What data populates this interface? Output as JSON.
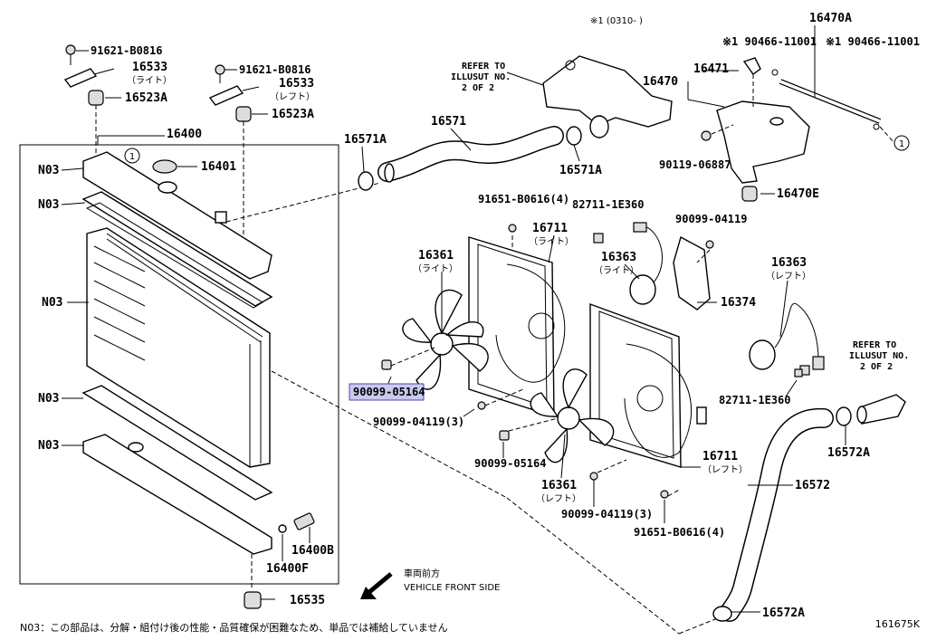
{
  "diagram": {
    "labels": {
      "p91621_l": "91621-B0816",
      "p16533_l": "16533",
      "p16533_l_sub": "（ライト）",
      "p16523a_l": "16523A",
      "p91621_r": "91621-B0816",
      "p16533_r": "16533",
      "p16533_r_sub": "（レフト）",
      "p16523a_r": "16523A",
      "p16400": "16400",
      "p16401": "16401",
      "n03_1": "N03",
      "n03_2": "N03",
      "n03_3": "N03",
      "n03_4": "N03",
      "n03_5": "N03",
      "p16571a_l": "16571A",
      "p16571": "16571",
      "p16571a_r": "16571A",
      "refer_top_1": "REFER TO",
      "refer_top_2": "ILLUSUT NO.",
      "refer_top_3": "2 OF 2",
      "note_top": "※1 (0310-      )",
      "p16470a": "16470A",
      "p90466_l": "※1 90466-11001",
      "p90466_r": "※1 90466-11001",
      "p16471": "16471",
      "p16470": "16470",
      "p90119": "90119-06887",
      "p16470e": "16470E",
      "p91651_top": "91651-B0616(4)",
      "p82711_top": "82711-1E360",
      "p90099_04119_top": "90099-04119",
      "p16711_r": "16711",
      "p16711_r_sub": "（ライト）",
      "p16363_r": "16363",
      "p16363_r_sub": "（ライト）",
      "p16374": "16374",
      "p16361_r": "16361",
      "p16361_r_sub": "（ライト）",
      "p16363_l": "16363",
      "p16363_l_sub": "（レフト）",
      "refer_mid_1": "REFER TO",
      "refer_mid_2": "ILLUSUT NO.",
      "refer_mid_3": "2 OF 2",
      "p90099_05164_hl": "90099-05164",
      "p90099_04119_3a": "90099-04119(3)",
      "p82711_mid": "82711-1E360",
      "p16572a_top": "16572A",
      "p90099_05164_b": "90099-05164",
      "p16711_l": "16711",
      "p16711_l_sub": "（レフト）",
      "p16572": "16572",
      "p16361_l": "16361",
      "p16361_l_sub": "（レフト）",
      "p90099_04119_3b": "90099-04119(3)",
      "p91651_bot": "91651-B0616(4)",
      "p16400b": "16400B",
      "p16400f": "16400F",
      "p16535": "16535",
      "p16572a_bot": "16572A",
      "front_jp": "車両前方",
      "front_en": "VEHICLE FRONT SIDE",
      "circ1_a": "1",
      "circ1_b": "1"
    },
    "footnote": "N03：この部品は、分解・組付け後の性能・品質確保が困難なため、単品では補給していません",
    "code": "161675K"
  }
}
